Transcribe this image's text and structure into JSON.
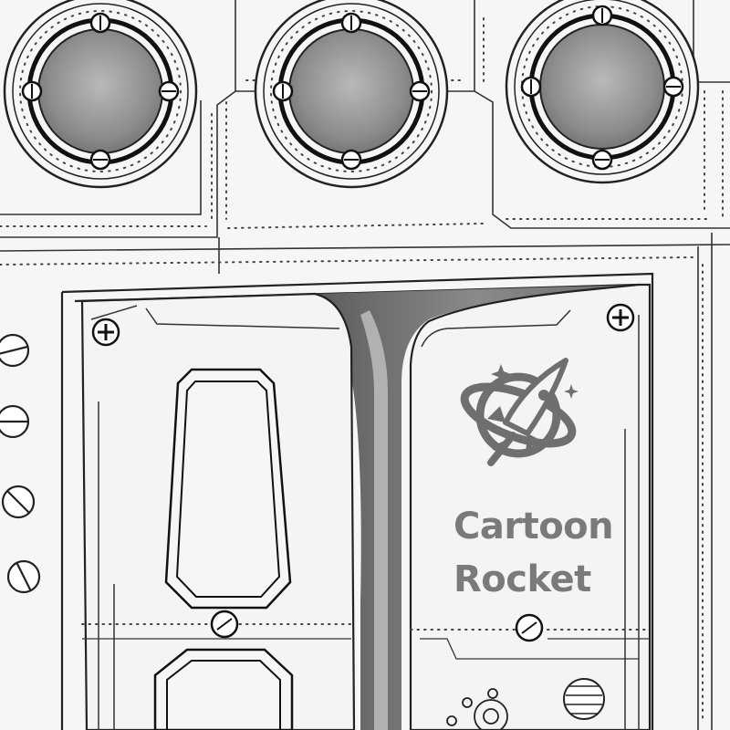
{
  "brand": {
    "line1": "Cartoon",
    "line2": "Rocket"
  },
  "colors": {
    "background": "#f6f6f6",
    "ink": "#222222",
    "logo_gray": "#7a7a7a",
    "window_gray": "#9a9a9a",
    "shadow_gray": "#6d6d6d"
  },
  "icons": [
    "porthole-window",
    "plus-screw-icon",
    "slot-screw-icon",
    "rocket-logo-icon",
    "star-icon"
  ]
}
